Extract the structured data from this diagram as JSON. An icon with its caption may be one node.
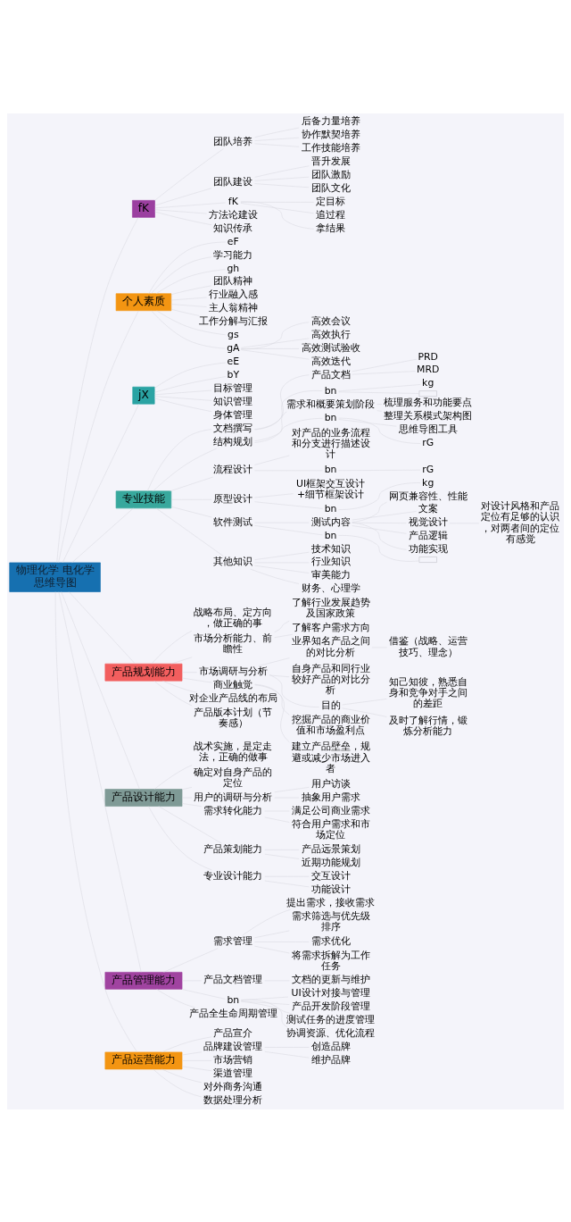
{
  "diagram": {
    "nodes": [
      {
        "text": [
          "物理化学 电化学思维导图"
        ]
      },
      {
        "text": [
          "fK"
        ]
      },
      {
        "text": [
          "团队培养"
        ]
      },
      {
        "text": [
          "后备力量培养"
        ]
      },
      {
        "text": [
          "协作默契培养"
        ]
      },
      {
        "text": [
          "工作技能培养"
        ]
      },
      {
        "text": [
          "团队建设"
        ]
      },
      {
        "text": [
          "晋升发展"
        ]
      },
      {
        "text": [
          "团队激励"
        ]
      },
      {
        "text": [
          "团队文化"
        ]
      },
      {
        "text": [
          "fK"
        ]
      },
      {
        "text": [
          "定目标"
        ]
      },
      {
        "text": [
          "追过程"
        ]
      },
      {
        "text": [
          "拿结果"
        ]
      },
      {
        "text": [
          "方法论建设"
        ]
      },
      {
        "text": [
          "知识传承"
        ]
      },
      {
        "text": [
          "个人素质"
        ]
      },
      {
        "text": [
          "eF"
        ]
      },
      {
        "text": [
          "学习能力"
        ]
      },
      {
        "text": [
          "gh"
        ]
      },
      {
        "text": [
          "团队精神"
        ]
      },
      {
        "text": [
          "行业融入感"
        ]
      },
      {
        "text": [
          "主人翁精神"
        ]
      },
      {
        "text": [
          "工作分解与汇报"
        ]
      },
      {
        "text": [
          "gs"
        ]
      },
      {
        "text": [
          "gA"
        ]
      },
      {
        "text": [
          "高效会议"
        ]
      },
      {
        "text": [
          "高效执行"
        ]
      },
      {
        "text": [
          "高效测试验收"
        ]
      },
      {
        "text": [
          "高效迭代"
        ]
      },
      {
        "text": [
          "jX"
        ]
      },
      {
        "text": [
          "eE"
        ]
      },
      {
        "text": [
          "bY"
        ]
      },
      {
        "text": [
          "目标管理"
        ]
      },
      {
        "text": [
          "知识管理"
        ]
      },
      {
        "text": [
          "身体管理"
        ]
      },
      {
        "text": [
          "专业技能"
        ]
      },
      {
        "text": [
          "文档撰写"
        ]
      },
      {
        "text": [
          "产品文档"
        ]
      },
      {
        "text": [
          "PRD"
        ]
      },
      {
        "text": [
          "MRD"
        ]
      },
      {
        "text": [
          "bn"
        ]
      },
      {
        "text": [
          "kg"
        ]
      },
      {
        "text": [],
        "shape": "box"
      },
      {
        "text": [
          "结构规划"
        ]
      },
      {
        "text": [
          "需求和概要策划阶段"
        ]
      },
      {
        "text": [
          "梳理服务和功能要点"
        ]
      },
      {
        "text": [
          "整理关系模式架构图"
        ]
      },
      {
        "text": [
          "bn"
        ]
      },
      {
        "text": [
          "思维导图工具"
        ]
      },
      {
        "text": [
          "rG"
        ]
      },
      {
        "text": [
          "流程设计"
        ]
      },
      {
        "text": [
          "对产品的业务流程和分支进行描述设计"
        ]
      },
      {
        "text": [
          "bn"
        ]
      },
      {
        "text": [
          "rG"
        ]
      },
      {
        "text": [
          "原型设计"
        ]
      },
      {
        "text": [
          "UI框架交互设计+细节框架设计"
        ]
      },
      {
        "text": [
          "bn"
        ]
      },
      {
        "text": [
          "kg"
        ]
      },
      {
        "text": [
          "软件测试"
        ]
      },
      {
        "text": [
          "测试内容"
        ]
      },
      {
        "text": [
          "网页兼容性、性能"
        ]
      },
      {
        "text": [
          "文案"
        ]
      },
      {
        "text": [
          "视觉设计"
        ]
      },
      {
        "text": [
          "对设计风格和产品定位有足够的认识，对两者间的定位有感觉"
        ]
      },
      {
        "text": [
          "产品逻辑"
        ]
      },
      {
        "text": [
          "功能实现"
        ]
      },
      {
        "text": [
          "bn"
        ]
      },
      {
        "text": [],
        "shape": "box"
      },
      {
        "text": [
          "其他知识"
        ]
      },
      {
        "text": [
          "技术知识"
        ]
      },
      {
        "text": [
          "行业知识"
        ]
      },
      {
        "text": [
          "审美能力"
        ]
      },
      {
        "text": [
          "财务、心理学"
        ]
      },
      {
        "text": [
          "产品规划能力"
        ]
      },
      {
        "text": [
          "战略布局、定方向，做正确的事"
        ]
      },
      {
        "text": [
          "市场分析能力、前瞻性"
        ]
      },
      {
        "text": [
          "了解行业发展趋势及国家政策"
        ]
      },
      {
        "text": [
          "了解客户需求方向"
        ]
      },
      {
        "text": [
          "市场调研与分析"
        ]
      },
      {
        "text": [
          "业界知名产品之间的对比分析"
        ]
      },
      {
        "text": [
          "借鉴（战略、运营技巧、理念）"
        ]
      },
      {
        "text": [
          "自身产品和同行业较好产品的对比分析"
        ]
      },
      {
        "text": [
          "目的"
        ]
      },
      {
        "text": [
          "知己知彼，熟悉自身和竞争对手之间的差距"
        ]
      },
      {
        "text": [
          "及时了解行情，锻炼分析能力"
        ]
      },
      {
        "text": [
          "商业触觉"
        ]
      },
      {
        "text": [
          "挖掘产品的商业价值和市场盈利点"
        ]
      },
      {
        "text": [
          "建立产品壁垒，规避或减少市场进入者"
        ]
      },
      {
        "text": [
          "对企业产品线的布局"
        ]
      },
      {
        "text": [
          "产品版本计划（节奏感）"
        ]
      },
      {
        "text": [
          "产品设计能力"
        ]
      },
      {
        "text": [
          "战术实施，是定走法，正确的做事"
        ]
      },
      {
        "text": [
          "确定对自身产品的定位"
        ]
      },
      {
        "text": [
          "用户的调研与分析"
        ]
      },
      {
        "text": [
          "用户访谈"
        ]
      },
      {
        "text": [
          "抽象用户需求"
        ]
      },
      {
        "text": [
          "需求转化能力"
        ]
      },
      {
        "text": [
          "满足公司商业需求"
        ]
      },
      {
        "text": [
          "符合用户需求和市场定位"
        ]
      },
      {
        "text": [
          "产品策划能力"
        ]
      },
      {
        "text": [
          "产品远景策划"
        ]
      },
      {
        "text": [
          "近期功能规划"
        ]
      },
      {
        "text": [
          "专业设计能力"
        ]
      },
      {
        "text": [
          "交互设计"
        ]
      },
      {
        "text": [
          "功能设计"
        ]
      },
      {
        "text": [
          "产品管理能力"
        ]
      },
      {
        "text": [
          "需求管理"
        ]
      },
      {
        "text": [
          "提出需求，接收需求"
        ]
      },
      {
        "text": [
          "需求筛选与优先级排序"
        ]
      },
      {
        "text": [
          "需求优化"
        ]
      },
      {
        "text": [
          "将需求拆解为工作任务"
        ]
      },
      {
        "text": [
          "产品文档管理"
        ]
      },
      {
        "text": [
          "文档的更新与维护"
        ]
      },
      {
        "text": [
          "bn"
        ]
      },
      {
        "text": [
          "UI设计对接与管理"
        ]
      },
      {
        "text": [
          "产品开发阶段管理"
        ]
      },
      {
        "text": [
          "测试任务的进度管理"
        ]
      },
      {
        "text": [
          "协调资源、优化流程"
        ]
      },
      {
        "text": [
          "产品全生命周期管理"
        ]
      },
      {
        "text": [
          "产品运营能力"
        ]
      },
      {
        "text": [
          "产品宣介"
        ]
      },
      {
        "text": [
          "品牌建设管理"
        ]
      },
      {
        "text": [
          "创造品牌"
        ]
      },
      {
        "text": [
          "维护品牌"
        ]
      },
      {
        "text": [
          "市场营销"
        ]
      },
      {
        "text": [
          "渠道管理"
        ]
      },
      {
        "text": [
          "对外商务沟通"
        ]
      },
      {
        "text": [
          "数据处理分析"
        ]
      }
    ],
    "edges": [
      {
        "from": 0,
        "to": 1,
        "arrow": "none"
      },
      {
        "from": 1,
        "to": 2,
        "arrow": "none"
      },
      {
        "from": 2,
        "to": 3,
        "arrow": "none"
      },
      {
        "from": 2,
        "to": 4,
        "arrow": "none"
      },
      {
        "from": 2,
        "to": 5,
        "arrow": "none"
      },
      {
        "from": 1,
        "to": 6,
        "arrow": "none"
      },
      {
        "from": 6,
        "to": 7,
        "arrow": "none"
      },
      {
        "from": 6,
        "to": 8,
        "arrow": "none"
      },
      {
        "from": 6,
        "to": 9,
        "arrow": "none"
      },
      {
        "from": 1,
        "to": 10,
        "arrow": "none"
      },
      {
        "from": 10,
        "to": 11,
        "arrow": "none"
      },
      {
        "from": 10,
        "to": 12,
        "arrow": "none"
      },
      {
        "from": 10,
        "to": 13,
        "arrow": "none"
      },
      {
        "from": 1,
        "to": 14,
        "arrow": "none"
      },
      {
        "from": 1,
        "to": 15,
        "arrow": "none"
      },
      {
        "from": 0,
        "to": 16,
        "arrow": "none"
      },
      {
        "from": 16,
        "to": 17,
        "arrow": "none"
      },
      {
        "from": 16,
        "to": 18,
        "arrow": "none"
      },
      {
        "from": 16,
        "to": 19,
        "arrow": "none"
      },
      {
        "from": 16,
        "to": 20,
        "arrow": "none"
      },
      {
        "from": 16,
        "to": 21,
        "arrow": "none"
      },
      {
        "from": 16,
        "to": 22,
        "arrow": "none"
      },
      {
        "from": 16,
        "to": 23,
        "arrow": "none"
      },
      {
        "from": 16,
        "to": 24,
        "arrow": "none"
      },
      {
        "from": 16,
        "to": 25,
        "arrow": "none"
      },
      {
        "from": 25,
        "to": 26,
        "arrow": "none"
      },
      {
        "from": 25,
        "to": 27,
        "arrow": "none"
      },
      {
        "from": 25,
        "to": 28,
        "arrow": "none"
      },
      {
        "from": 25,
        "to": 29,
        "arrow": "none"
      },
      {
        "from": 0,
        "to": 30,
        "arrow": "none"
      },
      {
        "from": 30,
        "to": 31,
        "arrow": "none"
      },
      {
        "from": 30,
        "to": 32,
        "arrow": "none"
      },
      {
        "from": 30,
        "to": 33,
        "arrow": "none"
      },
      {
        "from": 30,
        "to": 34,
        "arrow": "none"
      },
      {
        "from": 30,
        "to": 35,
        "arrow": "none"
      },
      {
        "from": 0,
        "to": 36,
        "arrow": "none"
      },
      {
        "from": 36,
        "to": 37,
        "arrow": "none"
      },
      {
        "from": 37,
        "to": 38,
        "arrow": "none"
      },
      {
        "from": 38,
        "to": 39,
        "arrow": "none"
      },
      {
        "from": 38,
        "to": 40,
        "arrow": "none"
      },
      {
        "from": 37,
        "to": 41,
        "arrow": "none"
      },
      {
        "from": 41,
        "to": 42,
        "arrow": "none"
      },
      {
        "from": 41,
        "to": 43,
        "arrow": "none"
      },
      {
        "from": 36,
        "to": 44,
        "arrow": "none"
      },
      {
        "from": 44,
        "to": 45,
        "arrow": "none"
      },
      {
        "from": 45,
        "to": 46,
        "arrow": "none"
      },
      {
        "from": 45,
        "to": 47,
        "arrow": "none"
      },
      {
        "from": 44,
        "to": 48,
        "arrow": "none"
      },
      {
        "from": 48,
        "to": 49,
        "arrow": "none"
      },
      {
        "from": 48,
        "to": 50,
        "arrow": "none"
      },
      {
        "from": 36,
        "to": 51,
        "arrow": "none"
      },
      {
        "from": 51,
        "to": 52,
        "arrow": "none"
      },
      {
        "from": 51,
        "to": 53,
        "arrow": "none"
      },
      {
        "from": 53,
        "to": 54,
        "arrow": "none"
      },
      {
        "from": 36,
        "to": 55,
        "arrow": "none"
      },
      {
        "from": 55,
        "to": 56,
        "arrow": "none"
      },
      {
        "from": 55,
        "to": 57,
        "arrow": "none"
      },
      {
        "from": 57,
        "to": 58,
        "arrow": "none"
      },
      {
        "from": 36,
        "to": 59,
        "arrow": "none"
      },
      {
        "from": 59,
        "to": 60,
        "arrow": "none"
      },
      {
        "from": 60,
        "to": 61,
        "arrow": "none"
      },
      {
        "from": 60,
        "to": 62,
        "arrow": "none"
      },
      {
        "from": 60,
        "to": 63,
        "arrow": "none"
      },
      {
        "from": 63,
        "to": 64,
        "arrow": "none"
      },
      {
        "from": 60,
        "to": 65,
        "arrow": "none"
      },
      {
        "from": 60,
        "to": 66,
        "arrow": "none"
      },
      {
        "from": 59,
        "to": 67,
        "arrow": "none"
      },
      {
        "from": 67,
        "to": 68,
        "arrow": "none"
      },
      {
        "from": 36,
        "to": 69,
        "arrow": "none"
      },
      {
        "from": 69,
        "to": 70,
        "arrow": "none"
      },
      {
        "from": 69,
        "to": 71,
        "arrow": "none"
      },
      {
        "from": 69,
        "to": 72,
        "arrow": "none"
      },
      {
        "from": 69,
        "to": 73,
        "arrow": "none"
      },
      {
        "from": 0,
        "to": 74,
        "arrow": "none"
      },
      {
        "from": 74,
        "to": 75,
        "arrow": "none"
      },
      {
        "from": 74,
        "to": 76,
        "arrow": "none"
      },
      {
        "from": 76,
        "to": 77,
        "arrow": "none"
      },
      {
        "from": 76,
        "to": 78,
        "arrow": "none"
      },
      {
        "from": 74,
        "to": 79,
        "arrow": "none"
      },
      {
        "from": 79,
        "to": 80,
        "arrow": "none"
      },
      {
        "from": 80,
        "to": 81,
        "arrow": "none"
      },
      {
        "from": 79,
        "to": 82,
        "arrow": "none"
      },
      {
        "from": 79,
        "to": 83,
        "arrow": "none"
      },
      {
        "from": 83,
        "to": 84,
        "arrow": "none"
      },
      {
        "from": 83,
        "to": 85,
        "arrow": "none"
      },
      {
        "from": 74,
        "to": 86,
        "arrow": "none"
      },
      {
        "from": 86,
        "to": 87,
        "arrow": "none"
      },
      {
        "from": 86,
        "to": 88,
        "arrow": "none"
      },
      {
        "from": 74,
        "to": 89,
        "arrow": "none"
      },
      {
        "from": 74,
        "to": 90,
        "arrow": "none"
      },
      {
        "from": 0,
        "to": 91,
        "arrow": "none"
      },
      {
        "from": 91,
        "to": 92,
        "arrow": "none"
      },
      {
        "from": 91,
        "to": 93,
        "arrow": "none"
      },
      {
        "from": 91,
        "to": 94,
        "arrow": "none"
      },
      {
        "from": 94,
        "to": 95,
        "arrow": "none"
      },
      {
        "from": 94,
        "to": 96,
        "arrow": "none"
      },
      {
        "from": 91,
        "to": 97,
        "arrow": "none"
      },
      {
        "from": 97,
        "to": 98,
        "arrow": "none"
      },
      {
        "from": 97,
        "to": 99,
        "arrow": "none"
      },
      {
        "from": 91,
        "to": 100,
        "arrow": "none"
      },
      {
        "from": 100,
        "to": 101,
        "arrow": "none"
      },
      {
        "from": 100,
        "to": 102,
        "arrow": "none"
      },
      {
        "from": 91,
        "to": 103,
        "arrow": "none"
      },
      {
        "from": 103,
        "to": 104,
        "arrow": "none"
      },
      {
        "from": 103,
        "to": 105,
        "arrow": "none"
      },
      {
        "from": 0,
        "to": 106,
        "arrow": "none"
      },
      {
        "from": 106,
        "to": 107,
        "arrow": "none"
      },
      {
        "from": 107,
        "to": 108,
        "arrow": "none"
      },
      {
        "from": 107,
        "to": 109,
        "arrow": "none"
      },
      {
        "from": 107,
        "to": 110,
        "arrow": "none"
      },
      {
        "from": 107,
        "to": 111,
        "arrow": "none"
      },
      {
        "from": 106,
        "to": 112,
        "arrow": "none"
      },
      {
        "from": 112,
        "to": 113,
        "arrow": "none"
      },
      {
        "from": 106,
        "to": 114,
        "arrow": "none"
      },
      {
        "from": 114,
        "to": 115,
        "arrow": "none"
      },
      {
        "from": 114,
        "to": 116,
        "arrow": "none"
      },
      {
        "from": 114,
        "to": 117,
        "arrow": "none"
      },
      {
        "from": 114,
        "to": 118,
        "arrow": "none"
      },
      {
        "from": 106,
        "to": 119,
        "arrow": "none"
      },
      {
        "from": 0,
        "to": 120,
        "arrow": "none"
      },
      {
        "from": 120,
        "to": 121,
        "arrow": "none"
      },
      {
        "from": 120,
        "to": 122,
        "arrow": "none"
      },
      {
        "from": 122,
        "to": 123,
        "arrow": "none"
      },
      {
        "from": 122,
        "to": 124,
        "arrow": "none"
      },
      {
        "from": 120,
        "to": 125,
        "arrow": "none"
      },
      {
        "from": 120,
        "to": 126,
        "arrow": "none"
      },
      {
        "from": 120,
        "to": 127,
        "arrow": "none"
      },
      {
        "from": 120,
        "to": 128,
        "arrow": "none"
      }
    ]
  }
}
